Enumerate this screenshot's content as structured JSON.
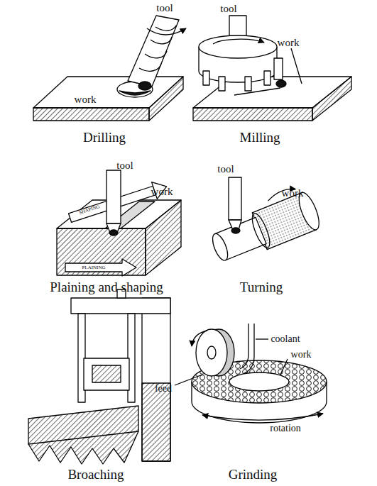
{
  "diagram": {
    "labels": [
      "tool",
      "work",
      "Drilling",
      "tool",
      "work",
      "Milling",
      "tool",
      "work",
      "SHAPING",
      "PLAINING",
      "Plaining and shaping",
      "tool",
      "work",
      "Turning",
      "Broaching",
      "coolant",
      "work",
      "feed",
      "rotation",
      "Grinding"
    ]
  }
}
